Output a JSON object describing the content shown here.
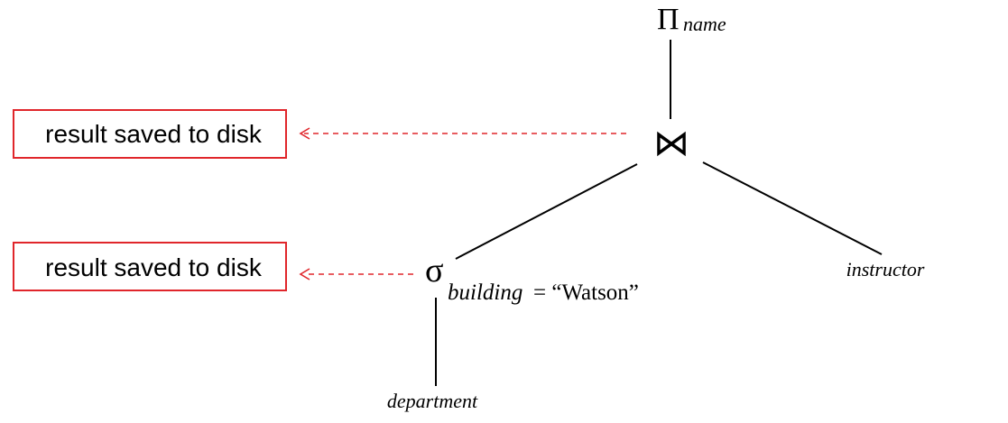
{
  "tree": {
    "projection": {
      "symbol": "Π",
      "attribute": "name"
    },
    "join": {
      "symbol": "⋈"
    },
    "selection": {
      "symbol": "σ",
      "attribute": "building",
      "condition": "= “Watson”"
    },
    "relations": {
      "instructor": "instructor",
      "department": "department"
    }
  },
  "annotations": {
    "join_note": "result saved to disk",
    "selection_note": "result saved to disk"
  },
  "colors": {
    "annotation": "#e0262b",
    "edge": "#000000"
  }
}
